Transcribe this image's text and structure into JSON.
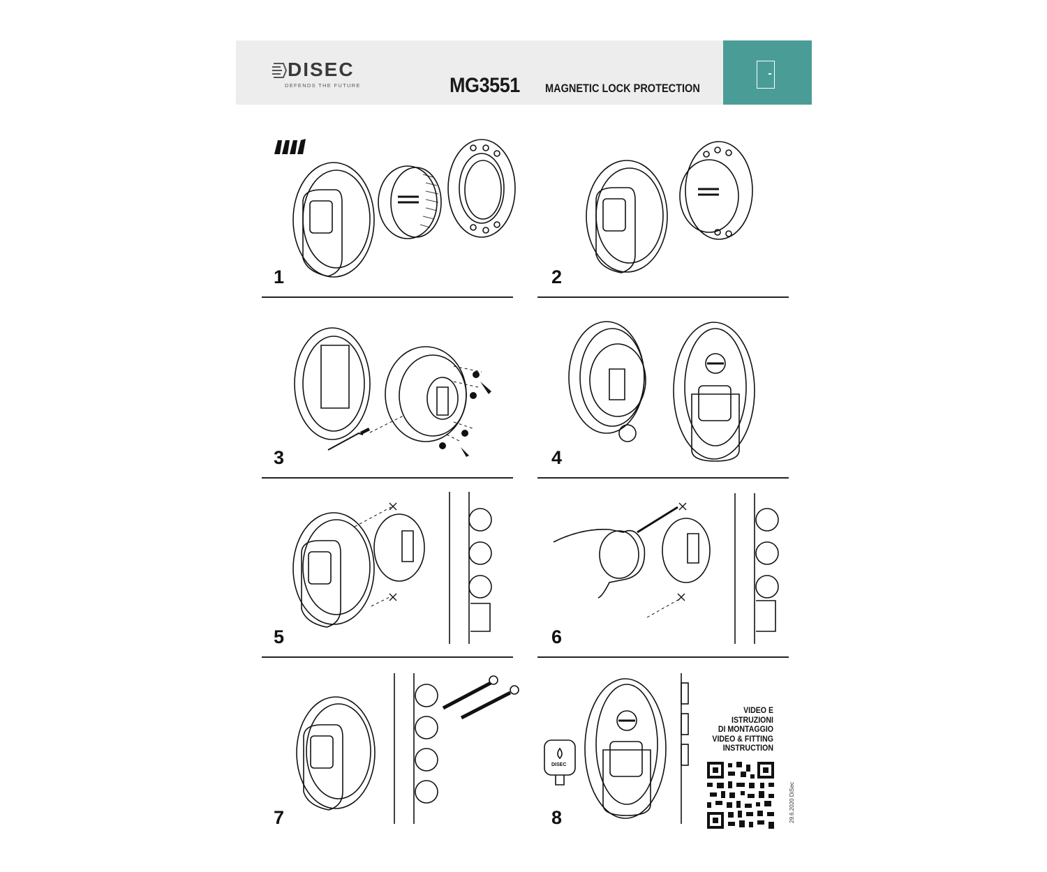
{
  "header": {
    "brand": "DISEC",
    "tagline": "DEFENDS THE FUTURE",
    "model": "MG3551",
    "subtitle": "MAGNETIC LOCK PROTECTION",
    "accent_color": "#4a9d97",
    "section_icon": "door-icon"
  },
  "steps": [
    {
      "number": "1"
    },
    {
      "number": "2"
    },
    {
      "number": "3"
    },
    {
      "number": "4"
    },
    {
      "number": "5"
    },
    {
      "number": "6"
    },
    {
      "number": "7"
    },
    {
      "number": "8"
    }
  ],
  "video_info": {
    "lines": [
      "VIDEO E",
      "ISTRUZIONI",
      "DI MONTAGGIO",
      "VIDEO & FITTING",
      "INSTRUCTION"
    ],
    "qr_icon": "qr-code-icon"
  },
  "key_label": "DISEC",
  "footer": {
    "date": "29.6.2020 DiSec"
  }
}
